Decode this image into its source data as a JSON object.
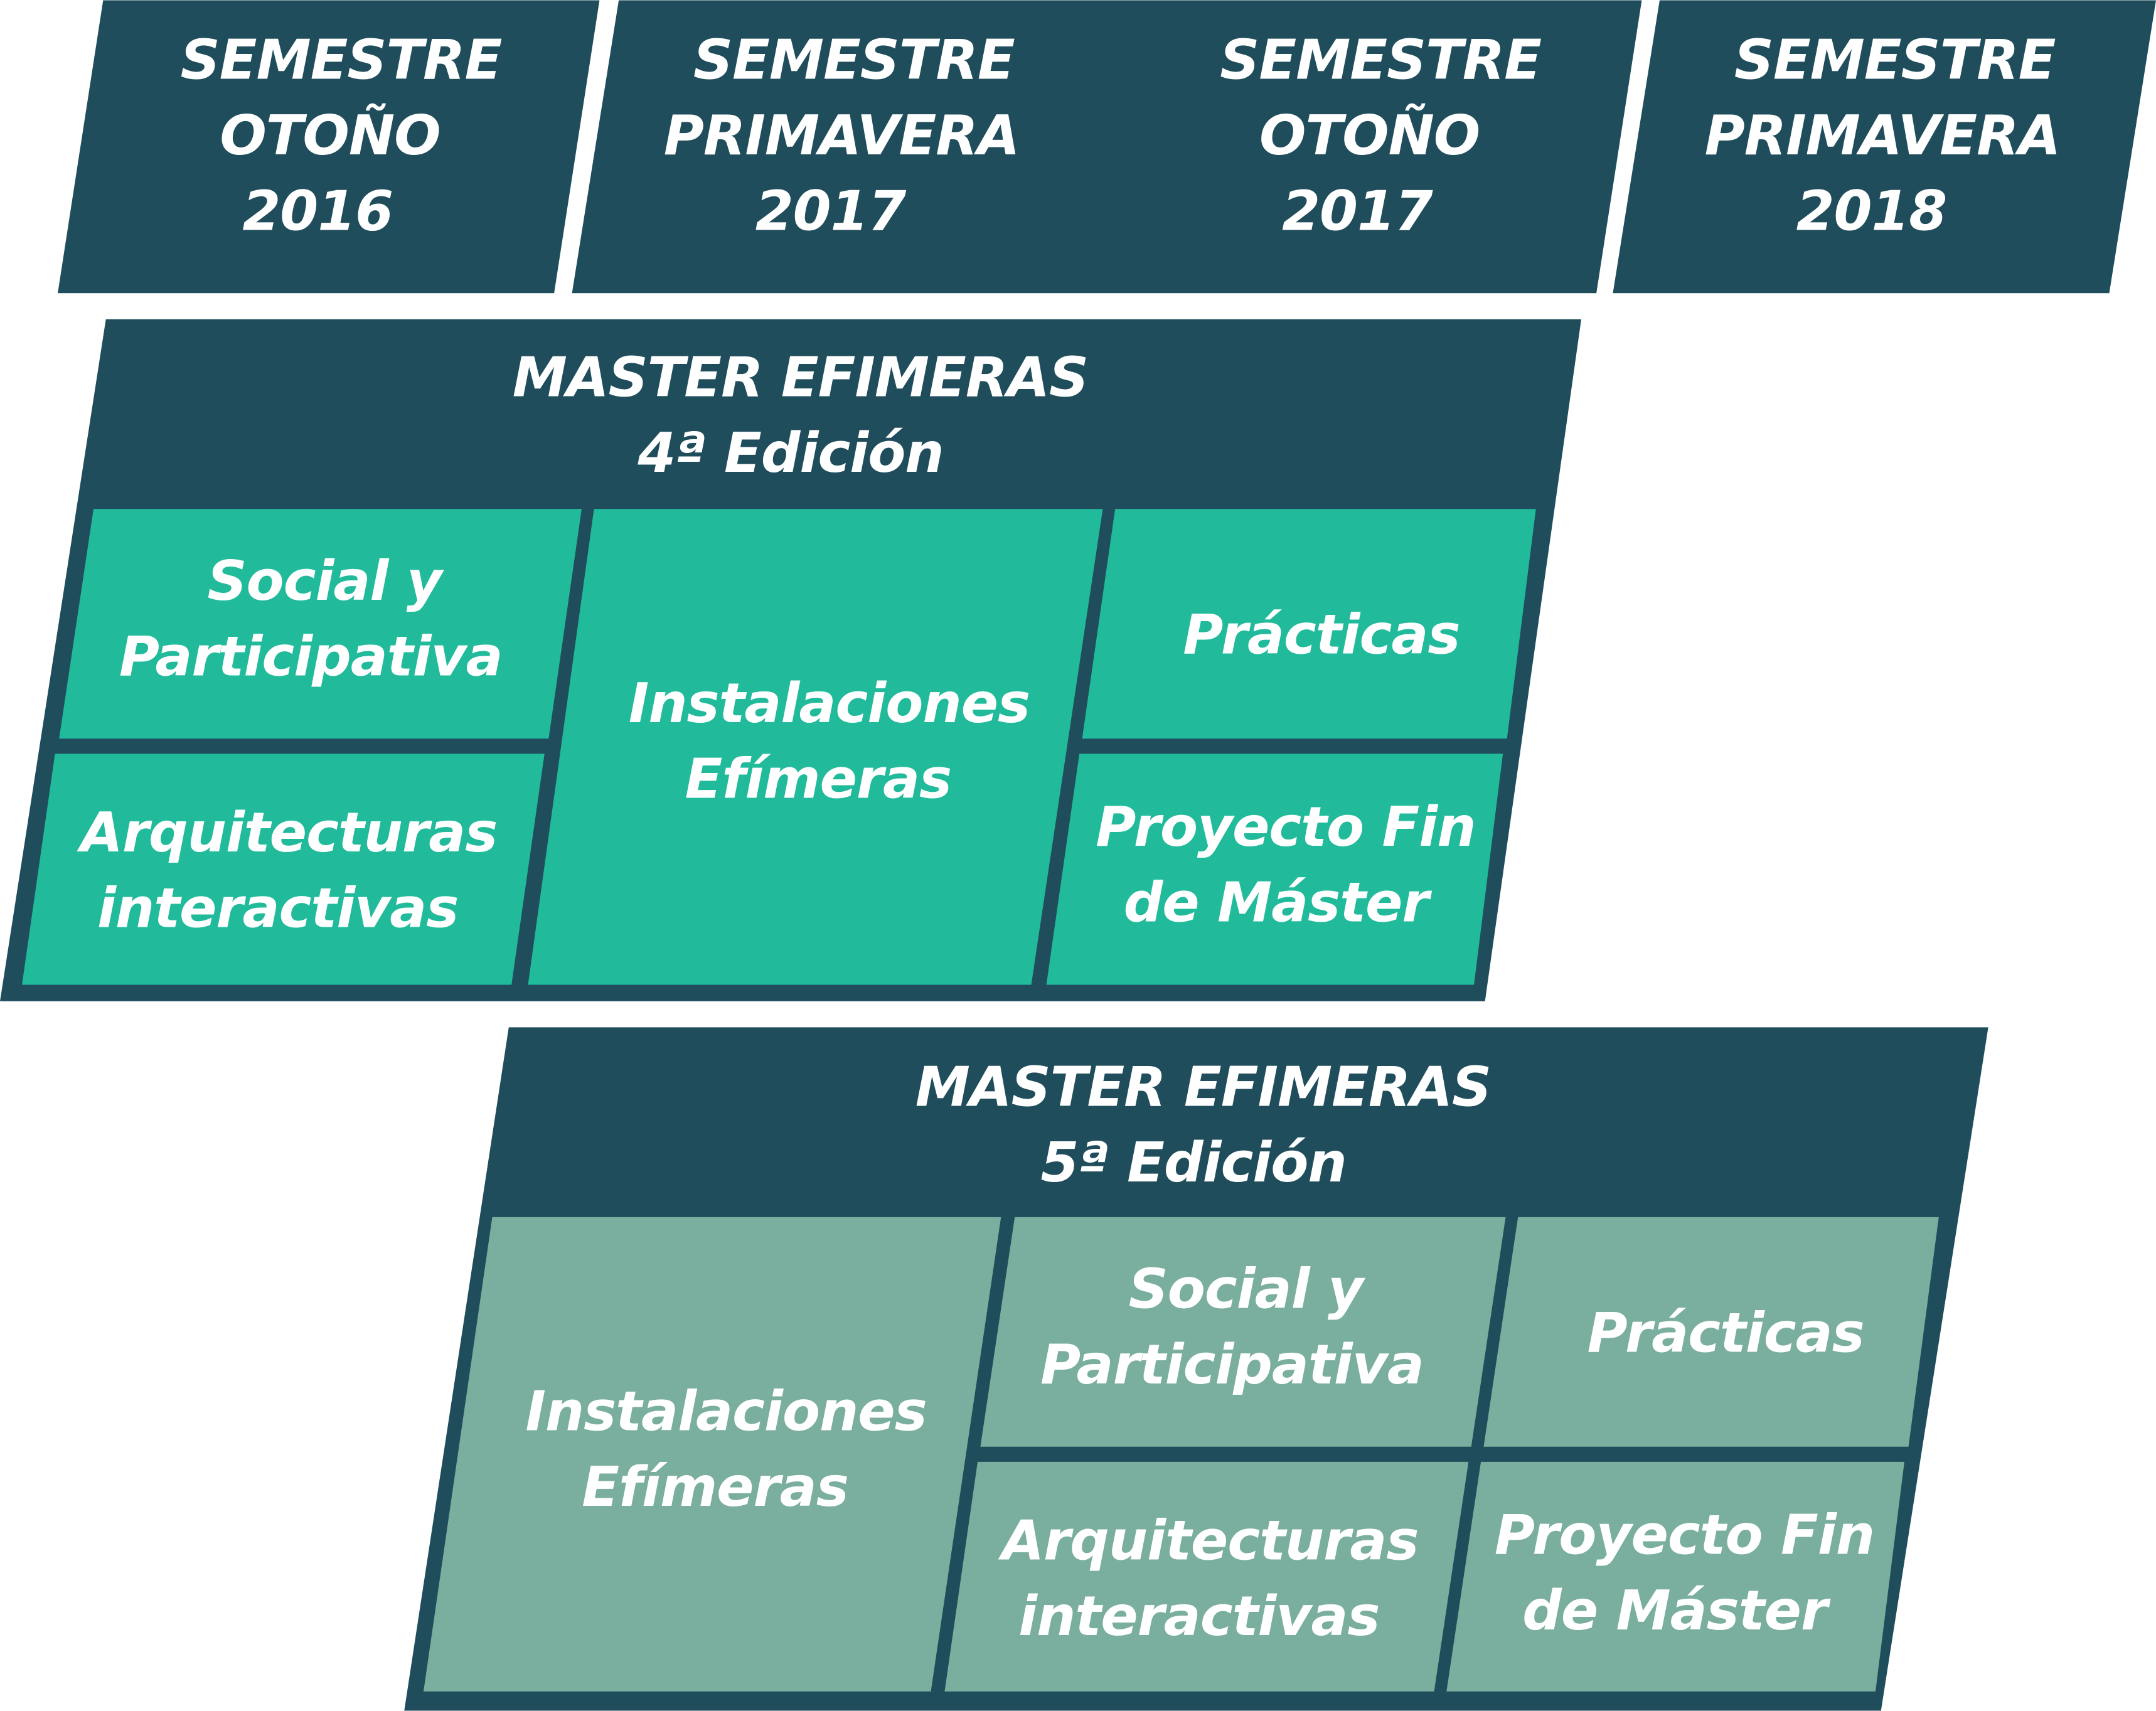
{
  "colors": {
    "dark": "#204d5c",
    "teal": "#21bb9c",
    "light": "#7aae9e"
  },
  "semesters": [
    {
      "line1": "SEMESTRE",
      "line2": "OTOÑO",
      "line3": "2016"
    },
    {
      "line1": "SEMESTRE",
      "line2": "PRIMAVERA",
      "line3": "2017"
    },
    {
      "line1": "SEMESTRE",
      "line2": "OTOÑO",
      "line3": "2017"
    },
    {
      "line1": "SEMESTRE",
      "line2": "PRIMAVERA",
      "line3": "2018"
    }
  ],
  "edition4": {
    "title": "MASTER EFIMERAS",
    "subtitle": "4ª Edición",
    "modules": {
      "social": {
        "line1": "Social y",
        "line2": "Participativa"
      },
      "arquitecturas": {
        "line1": "Arquitecturas",
        "line2": "interactivas"
      },
      "instalaciones": {
        "line1": "Instalaciones",
        "line2": "Efímeras"
      },
      "practicas": {
        "line1": "Prácticas"
      },
      "proyecto": {
        "line1": "Proyecto Fin",
        "line2": "de Máster"
      }
    }
  },
  "edition5": {
    "title": "MASTER EFIMERAS",
    "subtitle": "5ª Edición",
    "modules": {
      "instalaciones": {
        "line1": "Instalaciones",
        "line2": "Efímeras"
      },
      "social": {
        "line1": "Social y",
        "line2": "Participativa"
      },
      "practicas": {
        "line1": "Prácticas"
      },
      "arquitecturas": {
        "line1": "Arquitecturas",
        "line2": "interactivas"
      },
      "proyecto": {
        "line1": "Proyecto Fin",
        "line2": "de Máster"
      }
    }
  }
}
